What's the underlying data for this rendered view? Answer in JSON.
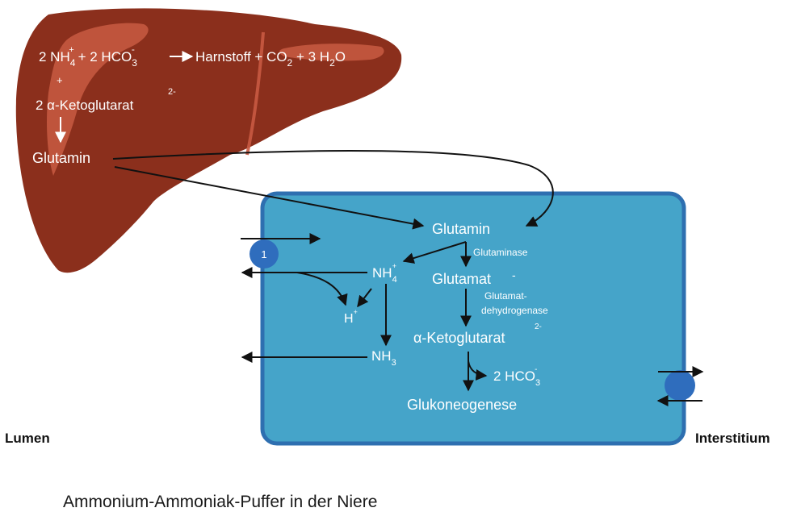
{
  "liver": {
    "eq_lhs_a": "2 NH",
    "eq_sub_4": "4",
    "eq_sup_plus": "+",
    "eq_plus_2hco": " + 2 HCO",
    "eq_sub_3": "3",
    "eq_sup_minus": "-",
    "eq_rhs_harnstoff": "Harnstoff",
    "eq_plus_co": " + CO",
    "eq_sub_2a": "2",
    "eq_plus_3h": " + 3 H",
    "eq_sub_2b": "2",
    "eq_o": "O",
    "plus_sign": "+",
    "ketoglutarat": "2 α-Ketoglutarat",
    "ketoglutarat_charge": "2-",
    "glutamin": "Glutamin"
  },
  "cell": {
    "glutamin": "Glutamin",
    "glutaminase": "Glutaminase",
    "nh4": "NH",
    "nh4_sub": "4",
    "nh4_sup": "+",
    "glutamat": "Glutamat",
    "glutamat_charge": "-",
    "enzyme_line1": "Glutamat-",
    "enzyme_line2": "dehydrogenase",
    "h": "H",
    "h_sup": "+",
    "ketoglutarat": "α-Ketoglutarat",
    "ketoglutarat_charge": "2-",
    "nh3": "NH",
    "nh3_sub": "3",
    "hco3": "2 HCO",
    "hco3_sub": "3",
    "hco3_sup": "-",
    "glukoneogenese": "Glukoneogenese",
    "transporter_number": "1"
  },
  "labels": {
    "lumen": "Lumen",
    "interstitium": "Interstitium"
  },
  "caption": "Ammonium-Ammoniak-Puffer in der Niere",
  "colors": {
    "liver": "#8b2f1c",
    "liver_highlight": "#c85a42",
    "cell_fill": "#45a4c9",
    "cell_border": "#2e6fb0",
    "transporter": "#2f6dbd",
    "arrow": "#111111"
  }
}
